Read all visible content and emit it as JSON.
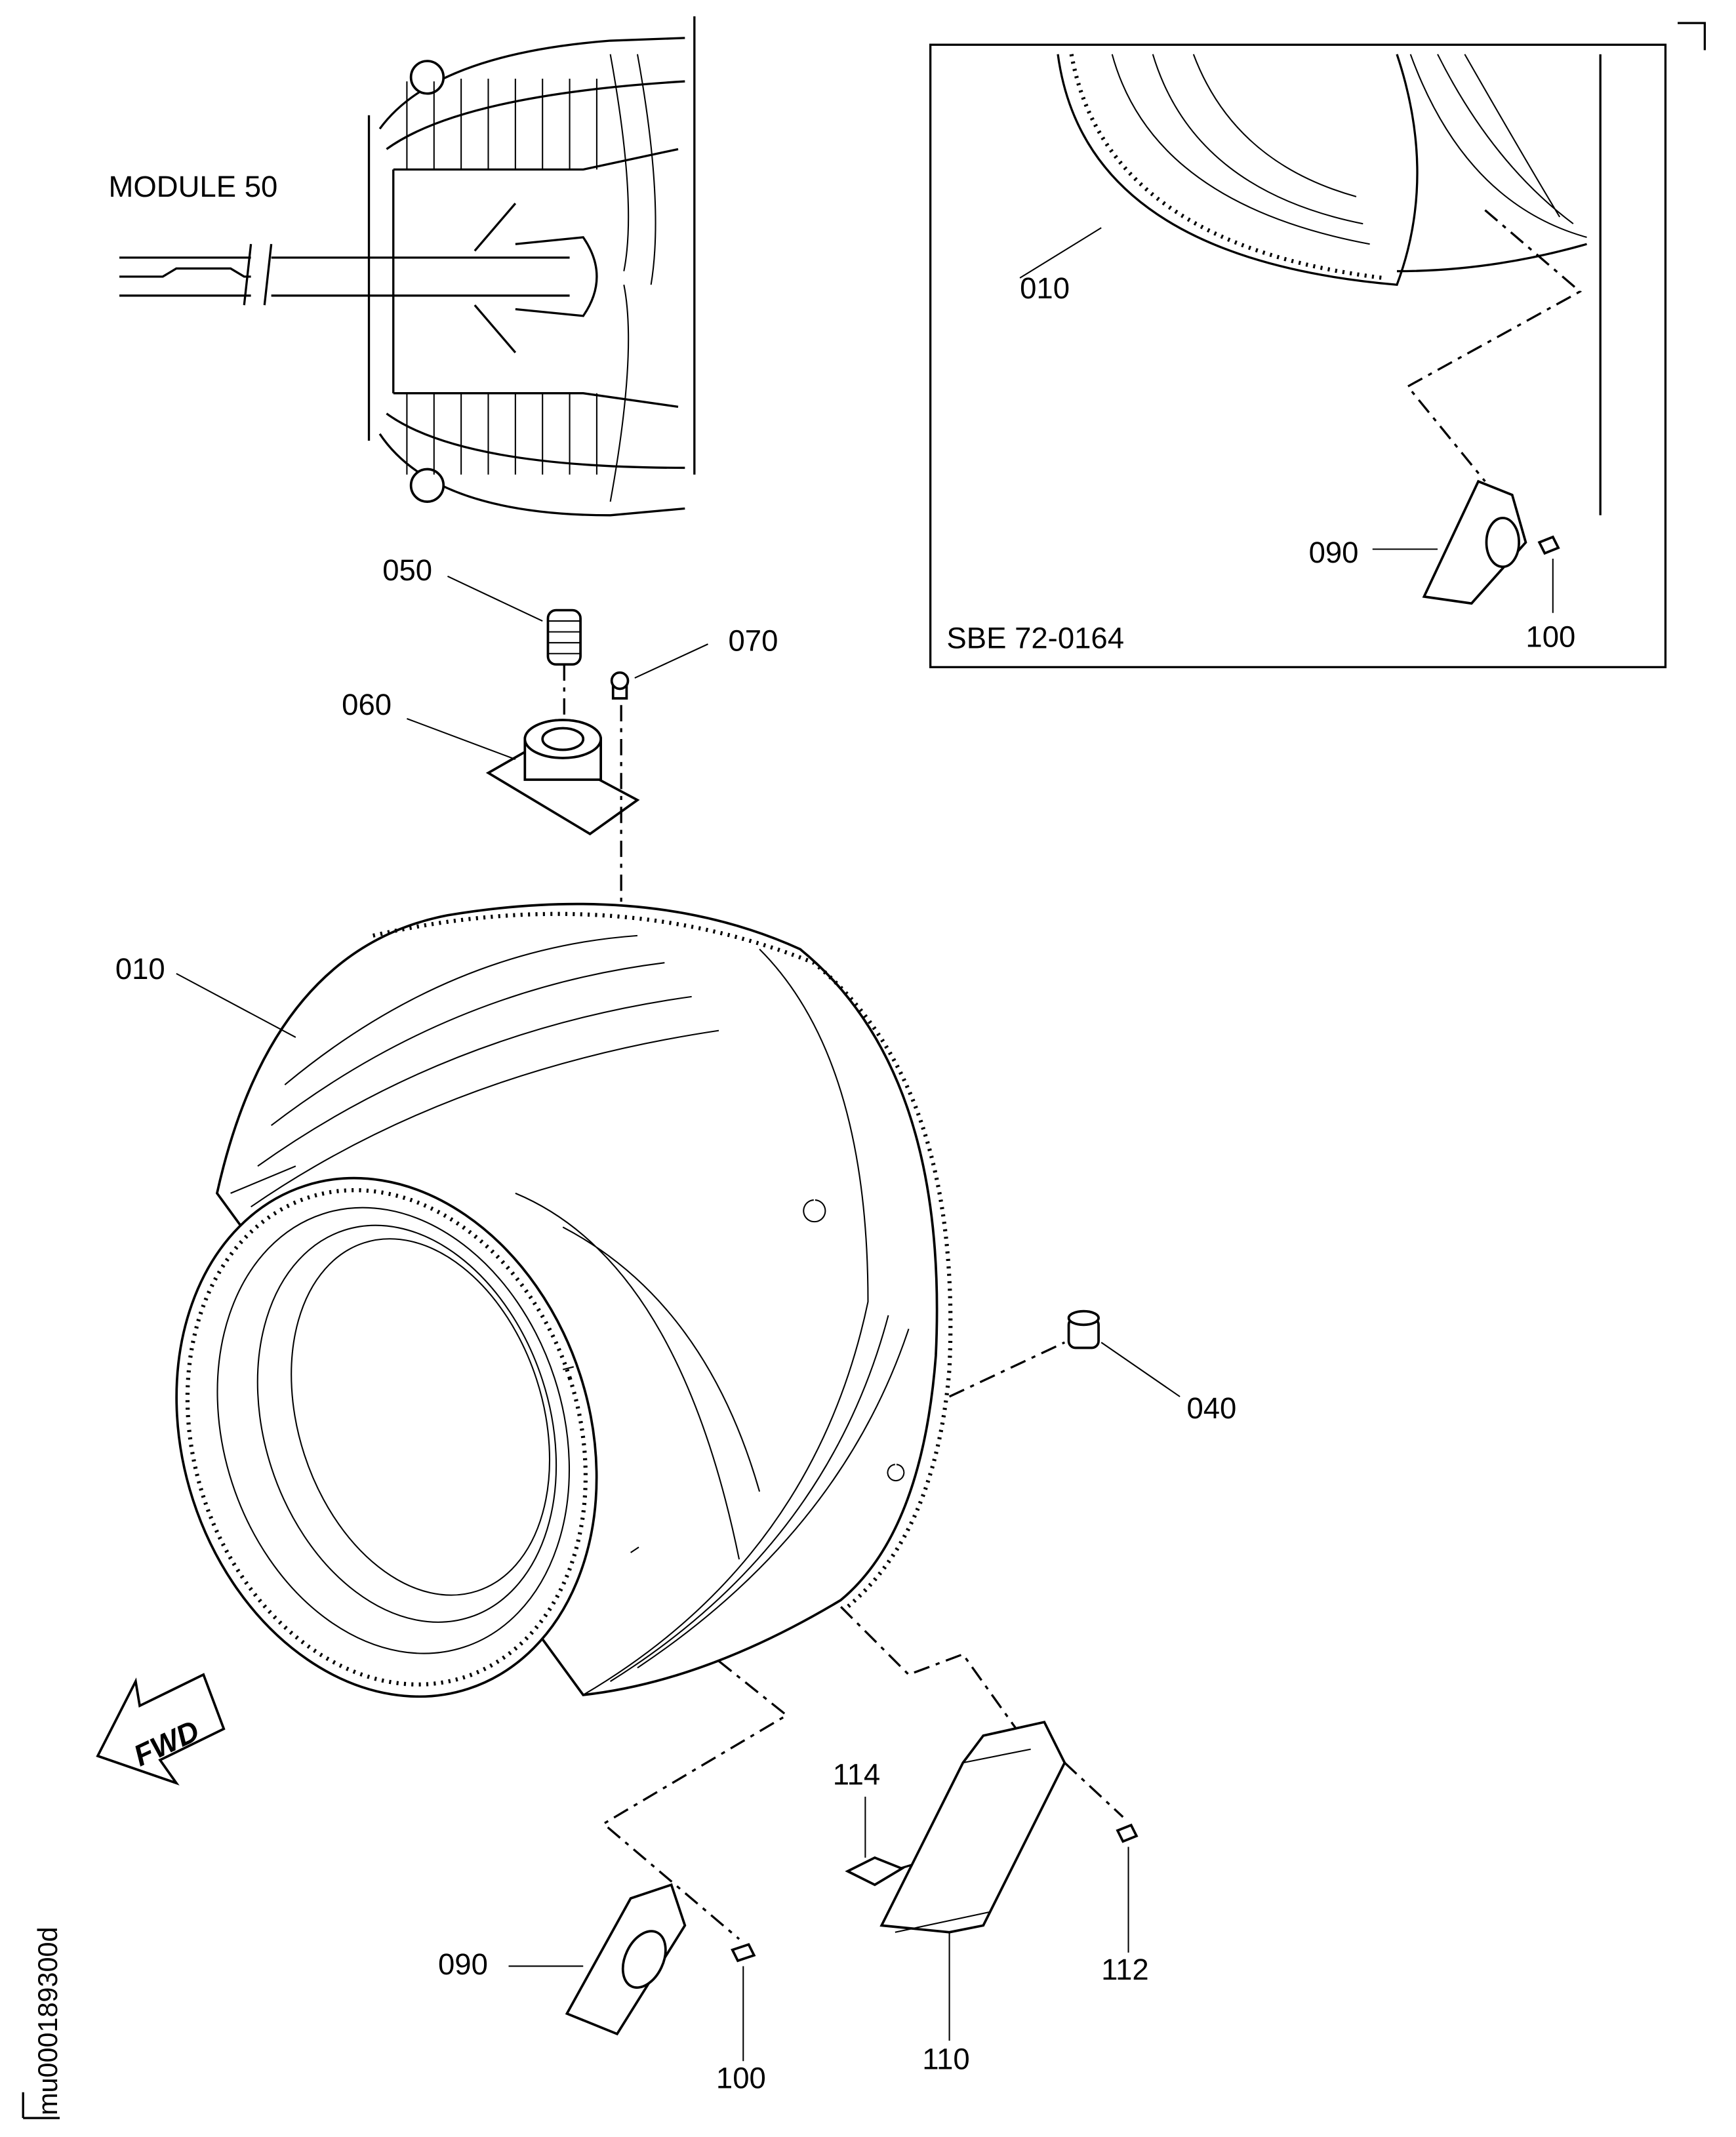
{
  "module_label": "MODULE 50",
  "inset": {
    "reference": "SBE 72-0164",
    "labels": {
      "case": "010",
      "bracket": "090",
      "bolt": "100"
    }
  },
  "main_labels": {
    "case": "010",
    "boss": "040",
    "plug": "050",
    "adapter": "060",
    "screw_070": "070",
    "bracket_090": "090",
    "bolt_100": "100",
    "bracket_110": "110",
    "bolt_112": "112",
    "clip_114": "114"
  },
  "fwd_arrow": "FWD",
  "figure_id": "mu000189300d",
  "colors": {
    "ink": "#000000",
    "paper": "#ffffff"
  }
}
